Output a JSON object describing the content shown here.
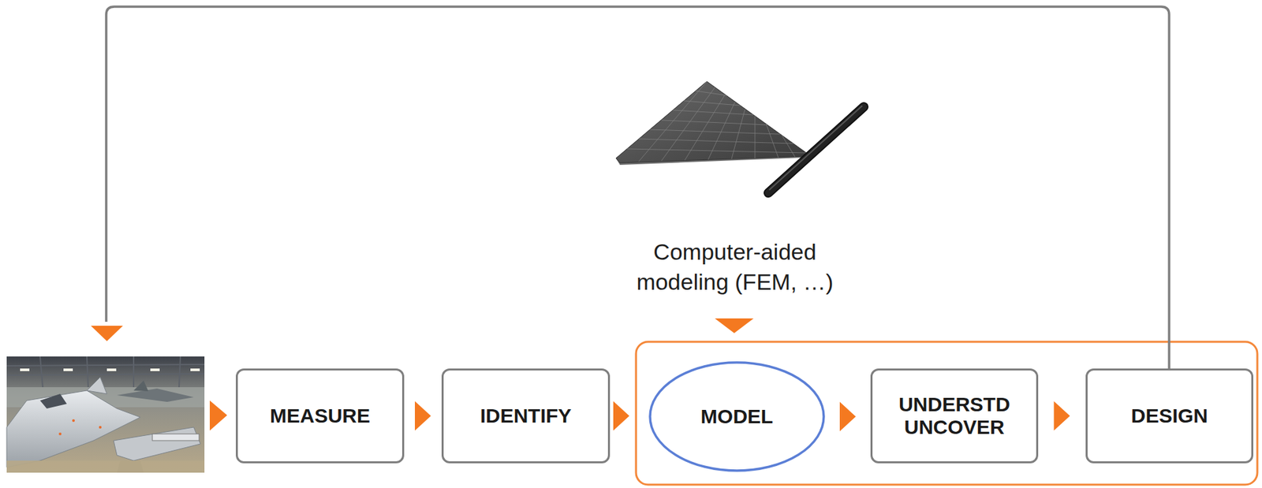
{
  "diagram": {
    "nodes": [
      {
        "text": [
          "MEASURE"
        ]
      },
      {
        "text": [
          "IDENTIFY"
        ]
      },
      {
        "text": [
          "MODEL"
        ]
      },
      {
        "text": [
          "UNDERSTD UNCOVER"
        ]
      },
      {
        "text": [
          "DESIGN"
        ]
      }
    ],
    "edges": [
      {
        "from": 0,
        "to": 1,
        "arrow": "to"
      },
      {
        "from": 1,
        "to": 2,
        "arrow": "to"
      },
      {
        "from": 2,
        "to": 3,
        "arrow": "to"
      },
      {
        "from": 3,
        "to": 4,
        "arrow": "to"
      }
    ],
    "labels": [
      "Computer-aided modeling (FEM, …)"
    ]
  }
}
